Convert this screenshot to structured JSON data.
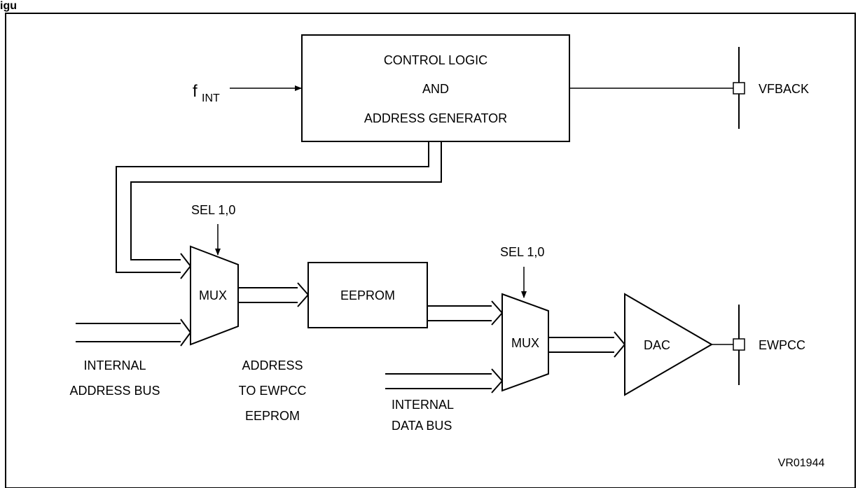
{
  "figure": {
    "caption_fragment": "igu",
    "id_label": "VR01944"
  },
  "blocks": {
    "control_logic": [
      "CONTROL LOGIC",
      "AND",
      "ADDRESS GENERATOR"
    ],
    "eeprom": "EEPROM",
    "mux1": "MUX",
    "mux2": "MUX",
    "dac": "DAC"
  },
  "signals": {
    "fint_base": "f",
    "fint_sub": "INT",
    "vfback": "VFBACK",
    "ewpcc": "EWPCC",
    "sel1": "SEL 1,0",
    "sel2": "SEL 1,0"
  },
  "labels": {
    "internal_address_bus": [
      "INTERNAL",
      "ADDRESS BUS"
    ],
    "address_to_eeprom": [
      "ADDRESS",
      "TO EWPCC",
      "EEPROM"
    ],
    "internal_data_bus": [
      "INTERNAL",
      "DATA BUS"
    ]
  }
}
